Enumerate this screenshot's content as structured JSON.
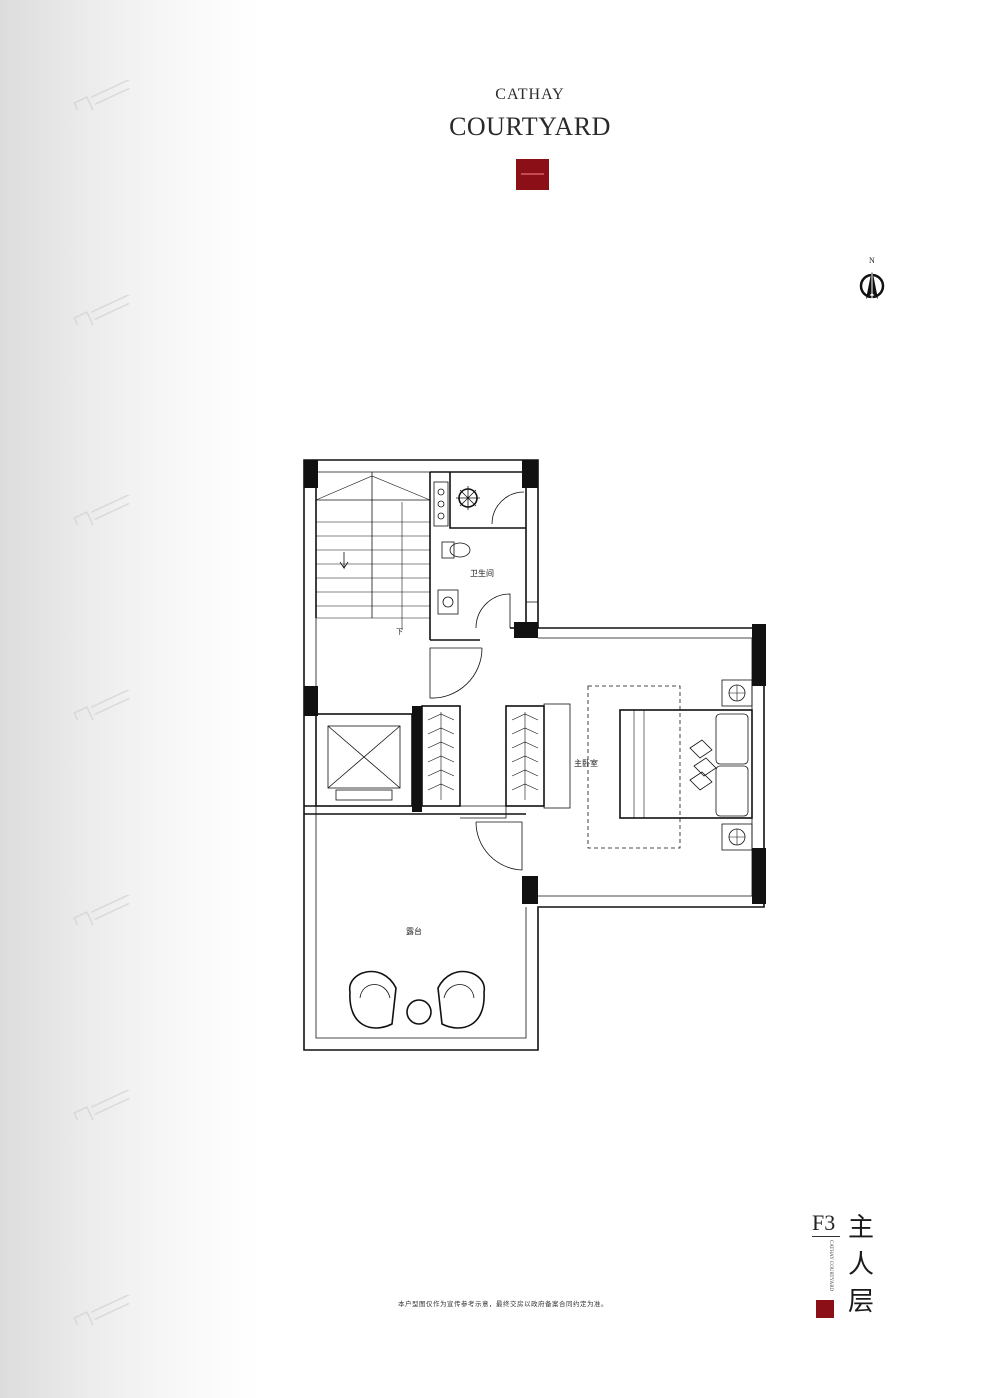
{
  "brand": {
    "line1": "CATHAY",
    "line2": "COURTYARD",
    "seal_color": "#8a0f17"
  },
  "compass": {
    "north_label": "N"
  },
  "plan": {
    "rooms": {
      "bathroom": "卫生间",
      "master_bedroom": "主卧室",
      "terrace": "露台",
      "stairs_down": "下"
    }
  },
  "floor_tag": {
    "code": "F3",
    "brand_vertical": "CATHAY COURTYARD",
    "name_chars": [
      "主",
      "人",
      "层"
    ],
    "accent_color": "#8a0f17"
  },
  "disclaimer": "本户型图仅作为宣传参考示意，最终交房以政府备案合同约定为准。",
  "watermark": {
    "icon": "watermark-logo-icon"
  }
}
